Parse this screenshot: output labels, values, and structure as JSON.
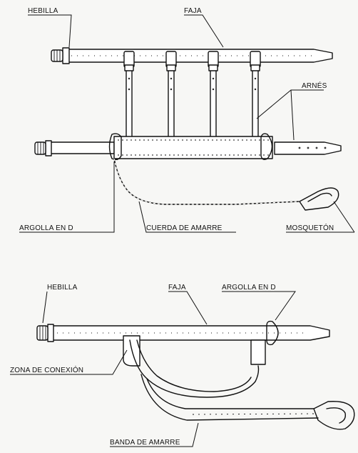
{
  "diagram_top": {
    "labels": {
      "hebilla": "HEBILLA",
      "faja": "FAJA",
      "arnes": "ARNÉS",
      "argolla_en_d": "ARGOLLA EN D",
      "cuerda_de_amarre": "CUERDA DE AMARRE",
      "mosqueton": "MOSQUETÓN"
    }
  },
  "diagram_bottom": {
    "labels": {
      "hebilla": "HEBILLA",
      "faja": "FAJA",
      "argolla_en_d": "ARGOLLA EN D",
      "zona_de_conexion": "ZONA DE CONEXIÓN",
      "banda_de_amarre": "BANDA DE AMARRE"
    }
  },
  "colors": {
    "ink": "#111111",
    "paper": "#f7f7f5"
  }
}
